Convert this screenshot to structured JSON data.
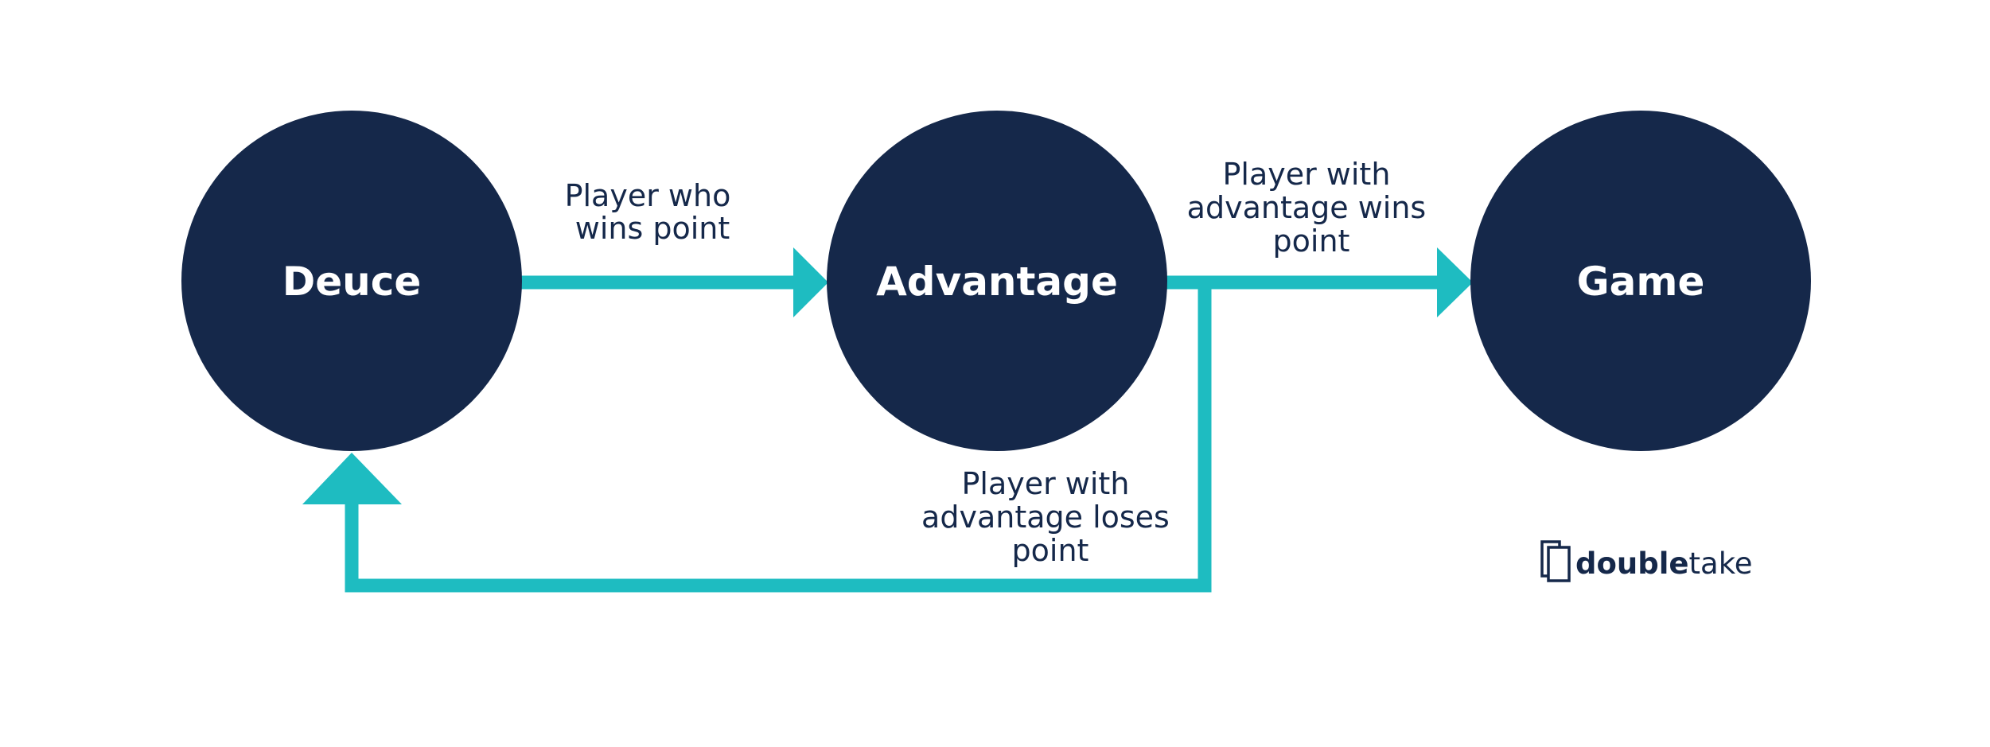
{
  "colors": {
    "node_fill": "#15284a",
    "node_text": "#ffffff",
    "arrow": "#1ebcc1",
    "label_text": "#15284a",
    "background": "#ffffff"
  },
  "nodes": [
    {
      "id": "deuce",
      "label": "Deuce"
    },
    {
      "id": "advantage",
      "label": "Advantage"
    },
    {
      "id": "game",
      "label": "Game"
    }
  ],
  "edges": [
    {
      "from": "deuce",
      "to": "advantage",
      "label_lines": [
        "Player who",
        "wins point"
      ]
    },
    {
      "from": "advantage",
      "to": "game",
      "label_lines": [
        "Player with",
        "advantage wins",
        "point"
      ]
    },
    {
      "from": "advantage",
      "to": "deuce",
      "label_lines": [
        "Player with",
        "advantage loses",
        "point"
      ]
    }
  ],
  "logo": {
    "bold": "double",
    "light": "take",
    "icon": "overlapping-rectangles-icon"
  }
}
